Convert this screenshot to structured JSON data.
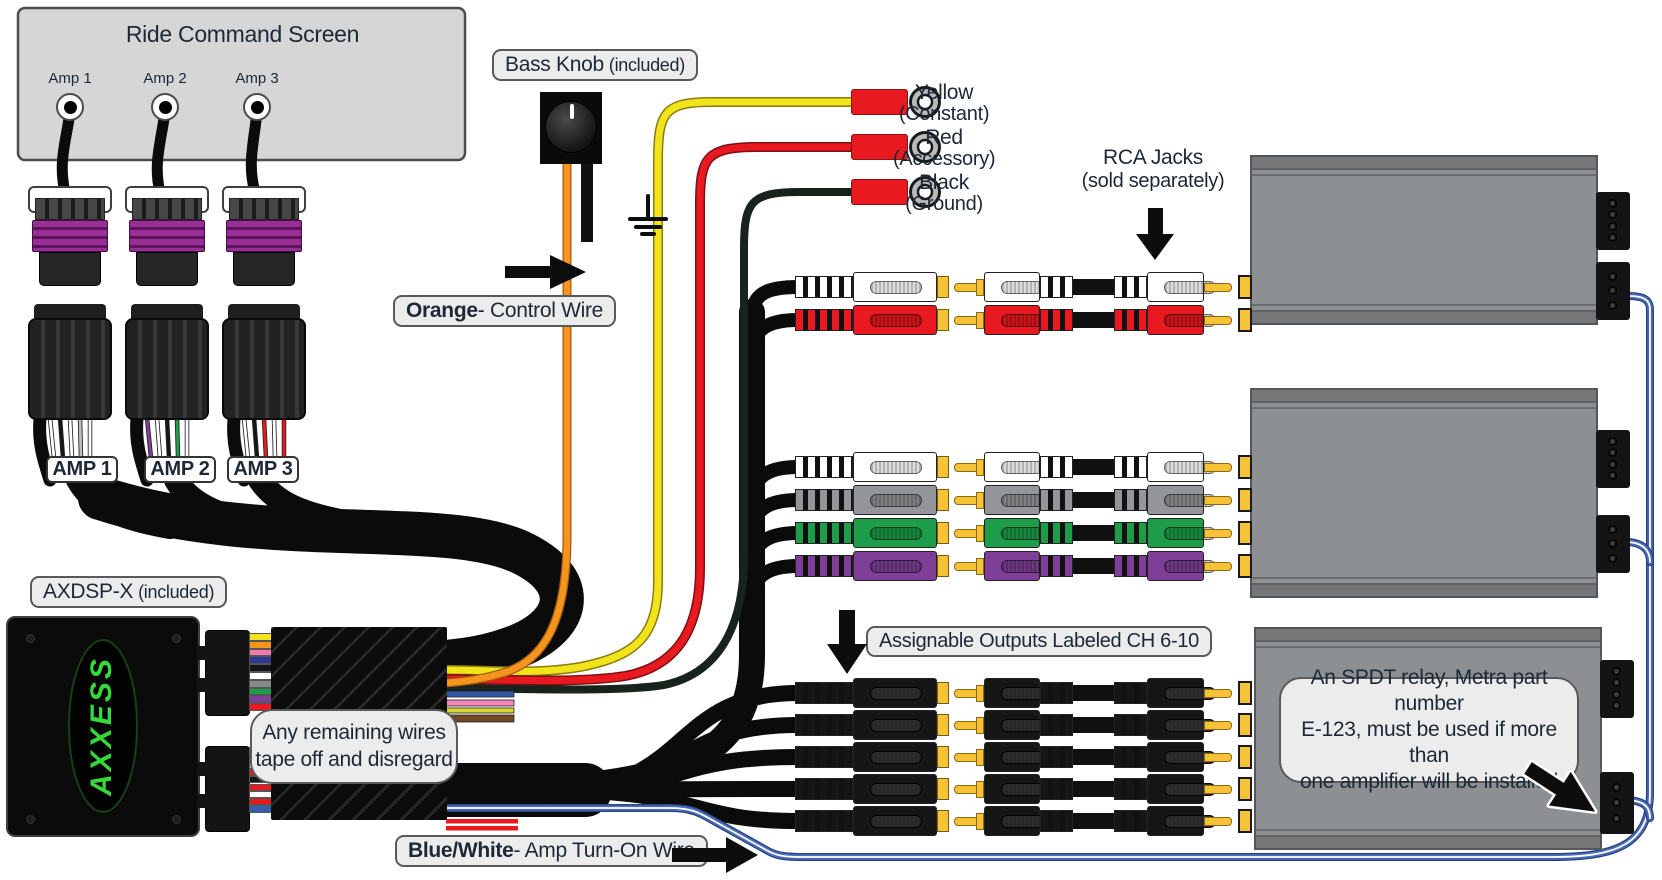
{
  "screen": {
    "title": "Ride Command Screen",
    "ports": [
      "Amp 1",
      "Amp 2",
      "Amp 3"
    ]
  },
  "bass_knob": {
    "name": "Bass Knob",
    "suffix": "(included)"
  },
  "control_wire": {
    "bold": "Orange",
    "rest": " - Control Wire",
    "color": "#f7941d"
  },
  "power_terminals": [
    {
      "name": "Yellow",
      "desc": "(Constant)",
      "color": "#f2e41a"
    },
    {
      "name": "Red",
      "desc": "(Accessory)",
      "color": "#e8191f"
    },
    {
      "name": "Black",
      "desc": "(Ground)",
      "color": "#18231d"
    }
  ],
  "rca_note": {
    "line1": "RCA Jacks",
    "line2": "(sold separately)"
  },
  "amp_plugs": [
    "AMP 1",
    "AMP 2",
    "AMP 3"
  ],
  "plug_wires": [
    [
      "#ffffff",
      "#161616",
      "#ffffff",
      "#bdbdbd",
      "#ffffff"
    ],
    [
      "#7f3f98",
      "#ffffff",
      "#161616",
      "#1d9c49",
      "#ffffff"
    ],
    [
      "#ffffff",
      "#161616",
      "#e8191f",
      "#ffffff",
      "#e8191f"
    ]
  ],
  "dsp": {
    "name": "AXDSP-X",
    "suffix": "(included)",
    "brand": "AXXESS",
    "brand_color": "#35d93a"
  },
  "tape_note": {
    "line1": "Any remaining wires",
    "line2": "tape off and disregard"
  },
  "assignable_note": "Assignable Outputs Labeled CH 6-10",
  "relay_note": {
    "line1": "An SPDT relay, Metra part number",
    "line2": "E-123, must be used if more than",
    "line3": "one amplifier will be installed"
  },
  "turn_on": {
    "bold": "Blue/White",
    "rest": " - Amp Turn-On Wire",
    "color": "#3a5dab"
  },
  "rca_groups": [
    {
      "amp": 0,
      "colors": [
        "#ffffff",
        "#e8191f"
      ]
    },
    {
      "amp": 1,
      "colors": [
        "#ffffff",
        "#939598",
        "#1d9c49",
        "#7f3f98"
      ]
    },
    {
      "amp": 2,
      "colors": [
        "#161616",
        "#161616",
        "#161616",
        "#161616",
        "#161616"
      ]
    }
  ],
  "harness": {
    "top_wires": [
      "#f2e41a",
      "#f7941d",
      "#ef7bad",
      "#2b3990",
      "#161616",
      "#ffffff",
      "#87898c",
      "#1d9c49",
      "#7f3f98",
      "#e8191f"
    ],
    "bottom_wires": [
      "#939598",
      "#7f3f98",
      "#ffffff",
      "#e8191f",
      "#161616",
      "#e8191f",
      "#ffffff",
      "#e8191f",
      "#3a5dab"
    ],
    "top_stub_colors": [
      "#3556a8",
      "#f387b8",
      "#d8d82a",
      "#714a22"
    ],
    "bottom_stub_color": "#e8191f"
  },
  "palette": {
    "amp_body": "#8d9092",
    "amp_trim": "#747678",
    "gold": "#f5c335",
    "wire_blue_white": "#3a5dab",
    "bubble_bg": "#ececec",
    "screen_bg": "#d6d6d6",
    "connector_purple": "#9a2d96",
    "cable_black": "#0b0b0b",
    "axxess_green": "#35d93a"
  }
}
